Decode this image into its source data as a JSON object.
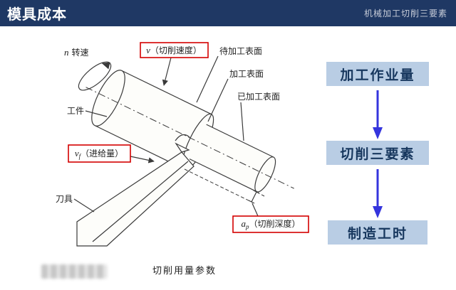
{
  "header": {
    "title": "模具成本",
    "subtitle": "机械加工切削三要素",
    "bg_color": "#1F3864",
    "title_color": "#FFFFFF",
    "subtitle_color": "#C7CCD8"
  },
  "diagram": {
    "caption": "切削用量参数",
    "rotation_symbol": "n",
    "rotation_label": "转速",
    "speed_symbol": "v",
    "speed_label": "（切削速度）",
    "surface_pending_label": "待加工表面",
    "surface_transient_label": "加工表面",
    "surface_finished_label": "已加工表面",
    "workpiece_label": "工件",
    "feed_symbol": "v",
    "feed_sub": "f",
    "feed_label": "（进给量）",
    "tool_label": "刀具",
    "depth_symbol": "a",
    "depth_sub": "p",
    "depth_label": "（切削深度）",
    "highlight_color": "#D40000",
    "line_color": "#3A3A3A"
  },
  "flowchart": {
    "boxes": [
      {
        "label": "加工作业量"
      },
      {
        "label": "切削三要素"
      },
      {
        "label": "制造工时"
      }
    ],
    "box_bg": "#B9CDE4",
    "box_text_color": "#17375E",
    "arrow_color": "#3434DD"
  }
}
